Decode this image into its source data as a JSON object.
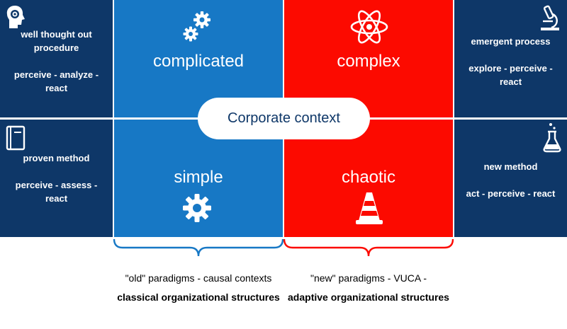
{
  "left": {
    "top_text": "well thought out\nprocedure\n\nperceive - analyze -\nreact",
    "bottom_text": "proven method\n\nperceive - assess -\nreact",
    "top_icon": "head-gear-icon",
    "bottom_icon": "book-icon"
  },
  "right": {
    "top_text": "emergent process\n\nexplore - perceive -\nreact",
    "bottom_text": "new method\n\nact - perceive - react",
    "top_icon": "microscope-icon",
    "bottom_icon": "flask-icon"
  },
  "quadrants": {
    "complicated": "complicated",
    "complex": "complex",
    "simple": "simple",
    "chaotic": "chaotic"
  },
  "center_label": "Corporate context",
  "captions": {
    "left_line1": "\"old\" paradigms - causal contexts",
    "left_line2": "classical organizational structures",
    "right_line1": "\"new\" paradigms - VUCA -",
    "right_line2": "adaptive organizational structures"
  },
  "colors": {
    "navy": "#0e3768",
    "blue": "#1778c5",
    "red": "#fc0a00"
  }
}
